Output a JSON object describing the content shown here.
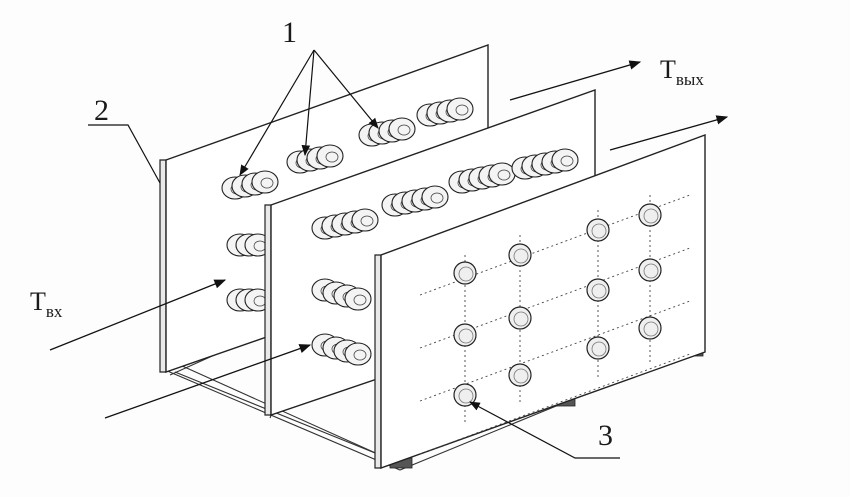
{
  "labels": {
    "part_1": "1",
    "part_2": "2",
    "part_3": "3",
    "inlet_main": "T",
    "inlet_sub": "вх",
    "outlet_main": "T",
    "outlet_sub": "вых"
  }
}
